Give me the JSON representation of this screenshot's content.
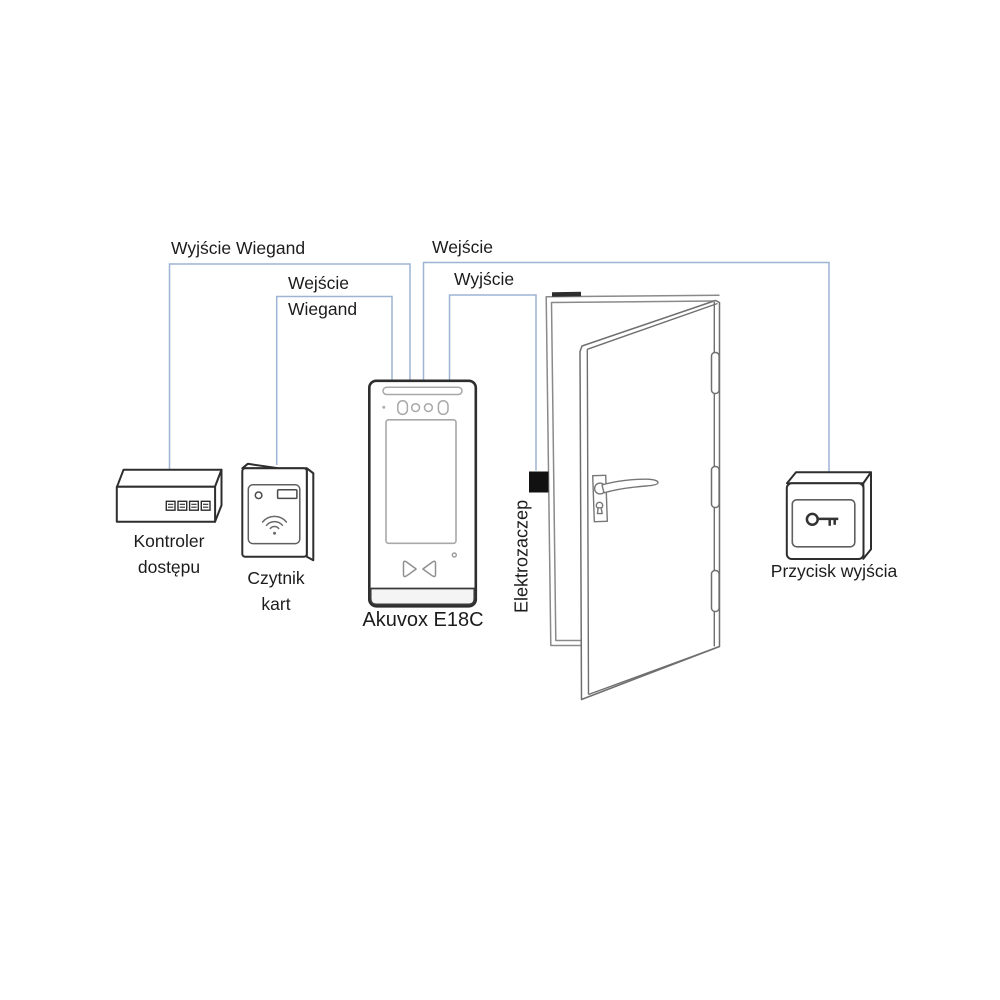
{
  "labels": {
    "wiegand_out": "Wyjście Wiegand",
    "wiegand_in_line1": "Wejście",
    "wiegand_in_line2": "Wiegand",
    "door_in": "Wejście",
    "door_out": "Wyjście",
    "controller_line1": "Kontroler",
    "controller_line2": "dostępu",
    "card_reader_line1": "Czytnik",
    "card_reader_line2": "kart",
    "intercom": "Akuvox E18C",
    "electric_strike": "Elektrozaczep",
    "exit_button": "Przycisk wyjścia"
  },
  "colors": {
    "wire": "#9db4d4",
    "ink": "#1c1c1c",
    "outline": "#2e2e2e",
    "detail": "#a8a8a8",
    "door-frame": "#8a8a8a",
    "door-leaf": "#6f6f6f",
    "strike": "#111111",
    "bg": "#ffffff"
  }
}
